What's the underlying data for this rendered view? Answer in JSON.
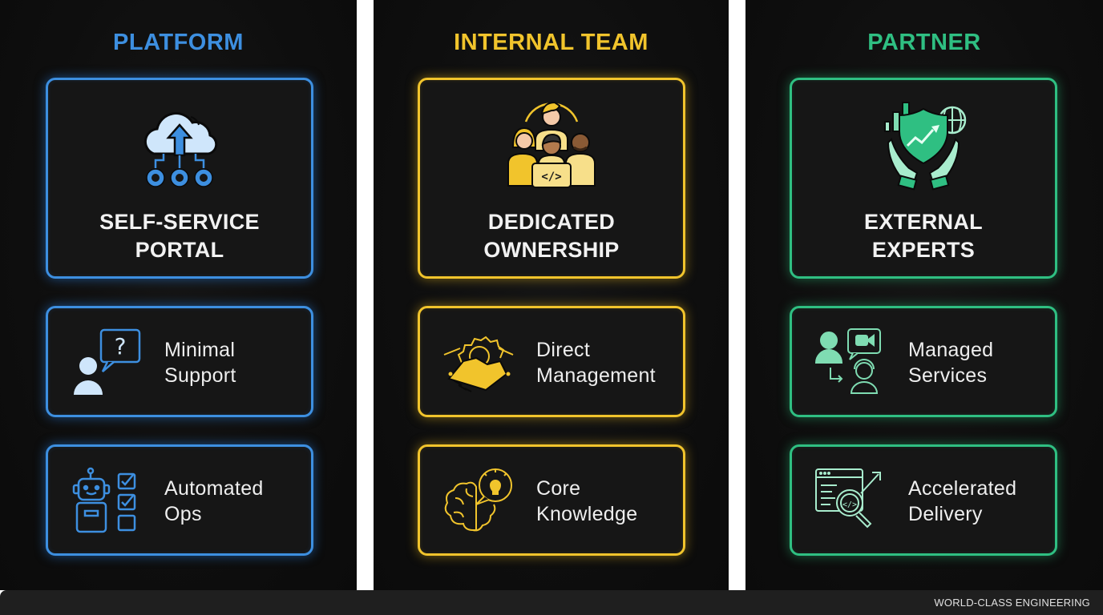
{
  "colors": {
    "platform": "#3d8fe0",
    "internal_team": "#f1c42c",
    "partner": "#2fbf82",
    "background": "#0e0e0e",
    "divider": "#ffffff"
  },
  "columns": [
    {
      "title": "PLATFORM",
      "hero": {
        "icon": "cloud-upload-gears-icon",
        "line1": "SELF-SERVICE",
        "line2": "PORTAL"
      },
      "items": [
        {
          "icon": "user-question-icon",
          "line1": "Minimal",
          "line2": "Support"
        },
        {
          "icon": "robot-checklist-icon",
          "line1": "Automated",
          "line2": "Ops"
        }
      ]
    },
    {
      "title": "INTERNAL TEAM",
      "hero": {
        "icon": "team-laptop-icon",
        "line1": "DEDICATED",
        "line2": "OWNERSHIP"
      },
      "items": [
        {
          "icon": "handshake-gear-icon",
          "line1": "Direct",
          "line2": "Management"
        },
        {
          "icon": "brain-lightbulb-icon",
          "line1": "Core",
          "line2": "Knowledge"
        }
      ]
    },
    {
      "title": "PARTNER",
      "hero": {
        "icon": "shield-hands-globe-icon",
        "line1": "EXTERNAL",
        "line2": "EXPERTS"
      },
      "items": [
        {
          "icon": "support-agent-video-icon",
          "line1": "Managed",
          "line2": "Services"
        },
        {
          "icon": "code-magnifier-icon",
          "line1": "Accelerated",
          "line2": "Delivery"
        }
      ]
    }
  ],
  "footer": {
    "text": "WORLD-CLASS ENGINEERING"
  }
}
